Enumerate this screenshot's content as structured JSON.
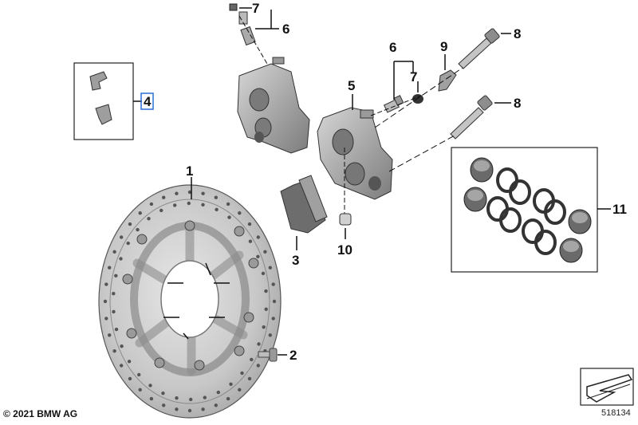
{
  "callouts": {
    "n1": "1",
    "n2": "2",
    "n3": "3",
    "n4": "4",
    "n5": "5",
    "n6a": "6",
    "n6b": "6",
    "n7a": "7",
    "n7b": "7",
    "n8a": "8",
    "n8b": "8",
    "n9": "9",
    "n10": "10",
    "n11": "11"
  },
  "footer": {
    "copyright": "© 2021 BMW AG",
    "diagram_number": "518134"
  },
  "colors": {
    "line": "#111111",
    "part_fill": "#b9b9b9",
    "part_dark": "#6f6f6f",
    "highlight": "#2a6fd6"
  }
}
